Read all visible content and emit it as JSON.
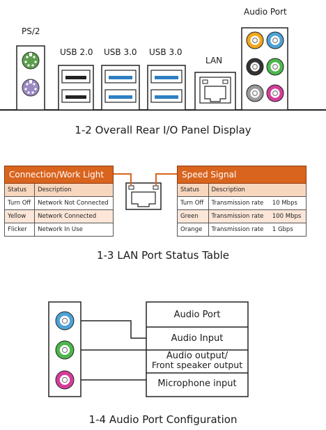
{
  "figure1": {
    "labels": {
      "ps2": "PS/2",
      "usb20": "USB 2.0",
      "usb30a": "USB 3.0",
      "usb30b": "USB 3.0",
      "lan": "LAN",
      "audio": "Audio Port"
    },
    "caption": "1-2   Overall Rear I/O Panel Display",
    "audio_jack_colors": [
      "#f2a81d",
      "#4ea2d6",
      "#333333",
      "#4cb74c",
      "#999999",
      "#d43d9a"
    ]
  },
  "figure2": {
    "left_table": {
      "title": "Connection/Work Light",
      "headers": [
        "Status",
        "Description"
      ],
      "rows": [
        [
          "Turn Off",
          "Network Not Connected"
        ],
        [
          "Yellow",
          "Network Connected"
        ],
        [
          "Flicker",
          "Network In Use"
        ]
      ]
    },
    "right_table": {
      "title": "Speed Signal",
      "headers": [
        "Status",
        "Description"
      ],
      "rows": [
        [
          "Turn Off",
          "Transmission rate",
          "10 Mbps"
        ],
        [
          "Green",
          "Transmission rate",
          "100 Mbps"
        ],
        [
          "Orange",
          "Transmission rate",
          "1 Gbps"
        ]
      ]
    },
    "caption": "1-3    LAN Port Status Table"
  },
  "figure3": {
    "boxes": [
      "Audio Port",
      "Audio Input",
      "Audio output/",
      "Front speaker output",
      "Microphone input"
    ],
    "jack_colors": [
      "#4ea2d6",
      "#4cb74c",
      "#d43d9a"
    ],
    "caption": "1-4   Audio Port Configuration"
  },
  "colors": {
    "accent": "#d9641e",
    "usb3": "#2f7fc2",
    "ps2_keyboard": "#9b8ac2",
    "ps2_mouse": "#5c9e4e"
  }
}
